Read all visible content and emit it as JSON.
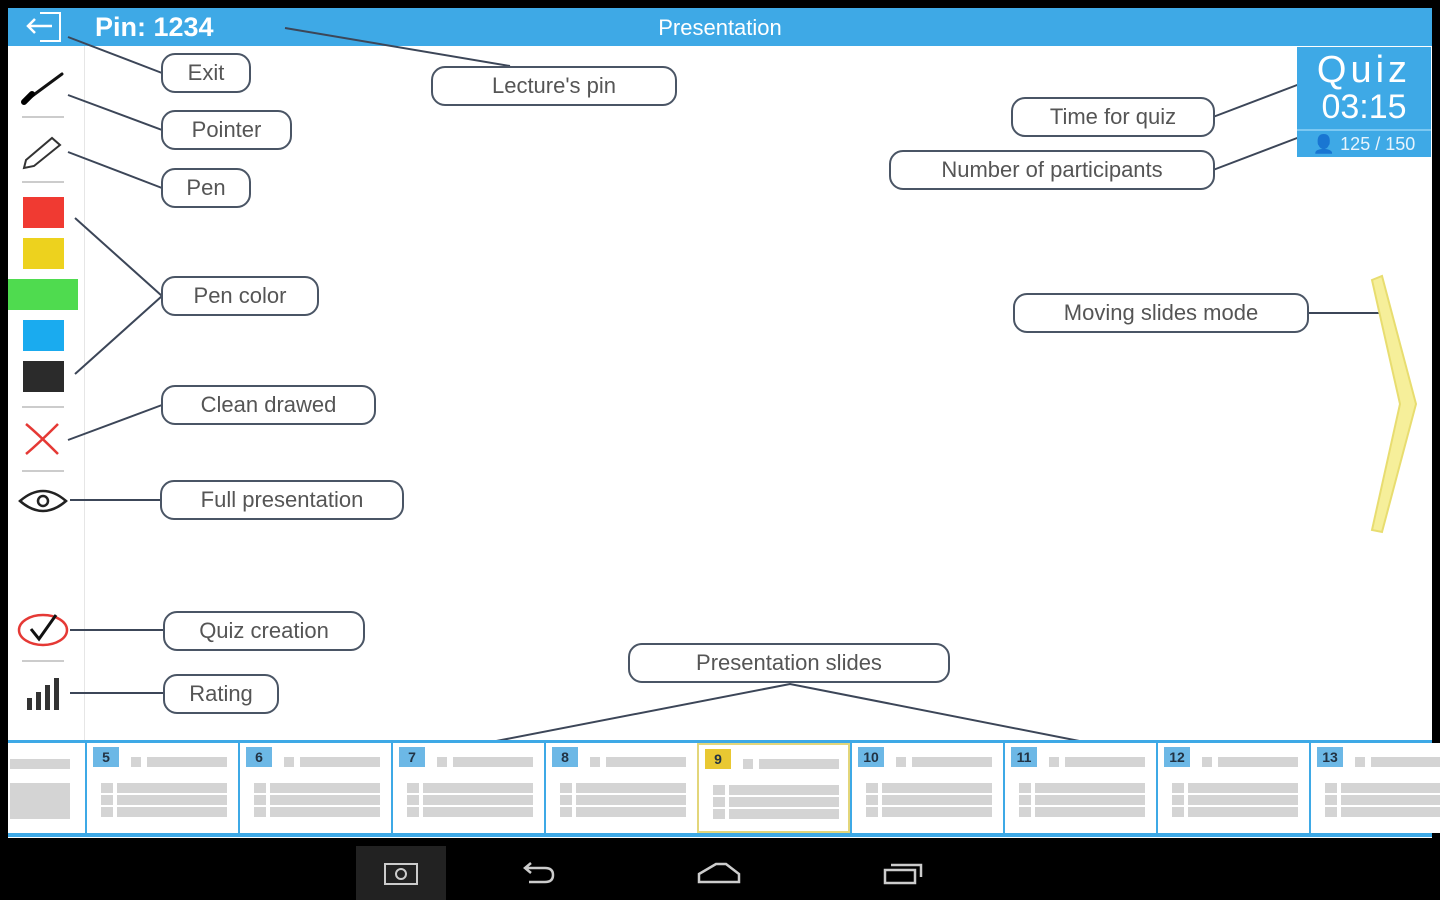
{
  "topbar": {
    "pin": "Pin: 1234",
    "title": "Presentation"
  },
  "quiz": {
    "label": "Quiz",
    "time": "03:15",
    "participants": "125 / 150"
  },
  "colors": {
    "accent": "#3ea9e6",
    "pen_colors": [
      "#f03a32",
      "#edd21e",
      "#4fdb4f",
      "#1aabef",
      "#2b2b2b"
    ],
    "active_slide": "#e9c832"
  },
  "callouts": {
    "exit": "Exit",
    "pointer": "Pointer",
    "pen": "Pen",
    "pen_color": "Pen color",
    "clean": "Clean drawed",
    "full": "Full presentation",
    "quiz_creation": "Quiz creation",
    "rating": "Rating",
    "pin": "Lecture's pin",
    "time": "Time for quiz",
    "participants": "Number of participants",
    "moving": "Moving slides mode",
    "slides": "Presentation slides"
  },
  "slides": [
    "5",
    "6",
    "7",
    "8",
    "9",
    "10",
    "11",
    "12",
    "13"
  ],
  "active_slide": "9"
}
